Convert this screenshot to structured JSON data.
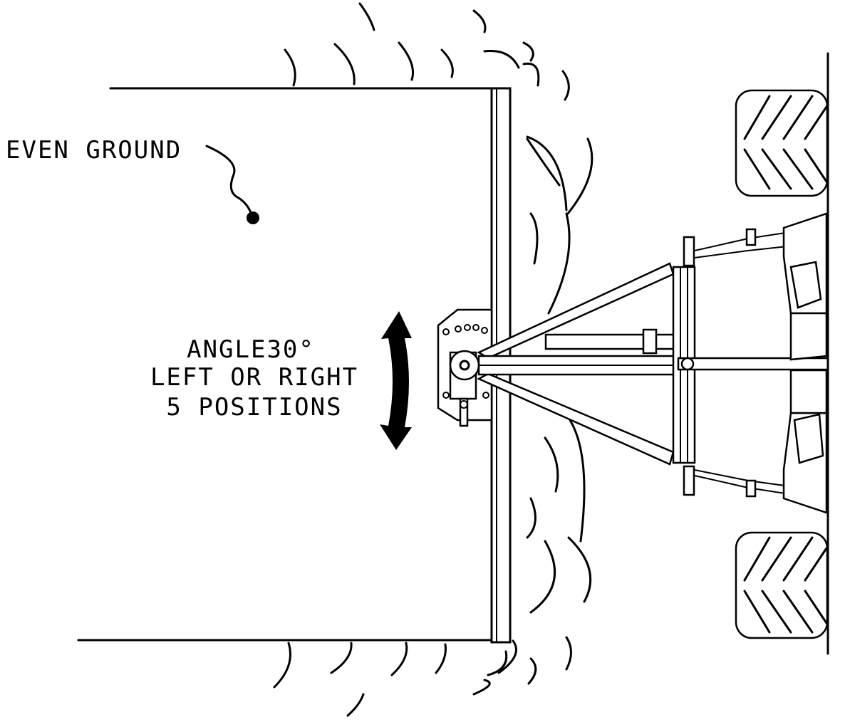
{
  "labels": {
    "ground": "EVEN GROUND",
    "angle_line1": "ANGLE30°",
    "angle_line2": "LEFT OR RIGHT",
    "angle_line3": "5 POSITIONS"
  },
  "colors": {
    "ink": "#000000",
    "background": "#ffffff"
  },
  "icons": {
    "pivot_arrow": "double-headed-curved-arrow-icon"
  }
}
